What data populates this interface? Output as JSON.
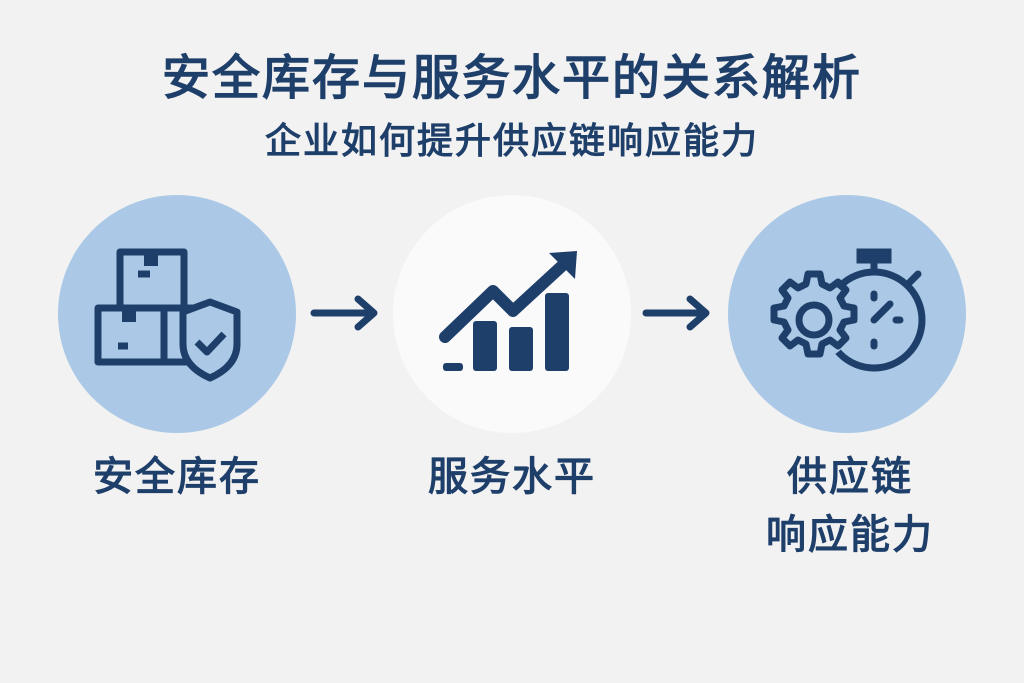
{
  "header": {
    "title": "安全库存与服务水平的关系解析",
    "subtitle": "企业如何提升供应链响应能力"
  },
  "flow": {
    "steps": [
      {
        "label": "安全库存",
        "icon": "boxes-shield-icon",
        "bg": "#abc9e6"
      },
      {
        "label": "服务水平",
        "icon": "growth-chart-icon",
        "bg": "#fafafa"
      },
      {
        "label_line1": "供应链",
        "label_line2": "响应能力",
        "icon": "gear-stopwatch-icon",
        "bg": "#abc9e6"
      }
    ],
    "connector_icon": "arrow-right-icon"
  },
  "colors": {
    "primary": "#1f3f6b",
    "circle_blue": "#abc9e6",
    "circle_white": "#fafafa",
    "background": "#f2f2f2"
  }
}
